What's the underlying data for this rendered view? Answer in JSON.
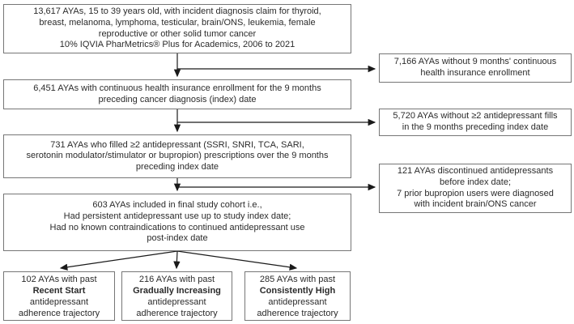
{
  "colors": {
    "box_border": "#767676",
    "arrow_line": "#1a1a1a",
    "text": "#2b2b2b",
    "page_bg": "#ffffff"
  },
  "flowchart": {
    "main": {
      "initial_population": {
        "lines": [
          "13,617 AYAs, 15 to 39 years old, with incident diagnosis claim for thyroid,",
          "breast, melanoma, lymphoma, testicular, brain/ONS, leukemia, female",
          "reproductive or other solid tumor cancer",
          "10% IQVIA PharMetrics® Plus for Academics, 2006 to 2021"
        ]
      },
      "continuous_enrollment": {
        "lines": [
          "6,451 AYAs with continuous health insurance enrollment for the 9 months",
          "preceding cancer diagnosis (index) date"
        ]
      },
      "antidepressant_fills": {
        "lines": [
          "731 AYAs who filled ≥2 antidepressant (SSRI, SNRI, TCA, SARI,",
          "serotonin modulator/stimulator or bupropion) prescriptions over the 9 months",
          "preceding index date"
        ]
      },
      "final_cohort": {
        "lines": [
          "603 AYAs included in final study cohort i.e.,",
          "Had persistent antidepressant use up to study index date;",
          "Had no known contraindications to continued antidepressant use",
          "post-index date"
        ]
      }
    },
    "exclusions": {
      "no_enrollment": {
        "lines": [
          "7,166 AYAs without 9 months' continuous",
          "health insurance enrollment"
        ]
      },
      "no_fills": {
        "lines": [
          "5,720 AYAs without ≥2 antidepressant fills",
          "in the 9 months preceding index date"
        ]
      },
      "discontinued": {
        "lines": [
          "121 AYAs discontinued antidepressants",
          "before index date;",
          "7 prior bupropion users were diagnosed",
          "with incident brain/ONS cancer"
        ]
      }
    },
    "trajectories": {
      "recent_start": {
        "lines": [
          "102 AYAs with past",
          "Recent Start",
          "antidepressant",
          "adherence trajectory"
        ]
      },
      "gradually_increasing": {
        "lines": [
          "216 AYAs with past",
          "Gradually Increasing",
          "antidepressant",
          "adherence trajectory"
        ]
      },
      "consistently_high": {
        "lines": [
          "285 AYAs with past",
          "Consistently High",
          "antidepressant",
          "adherence trajectory"
        ]
      }
    }
  }
}
